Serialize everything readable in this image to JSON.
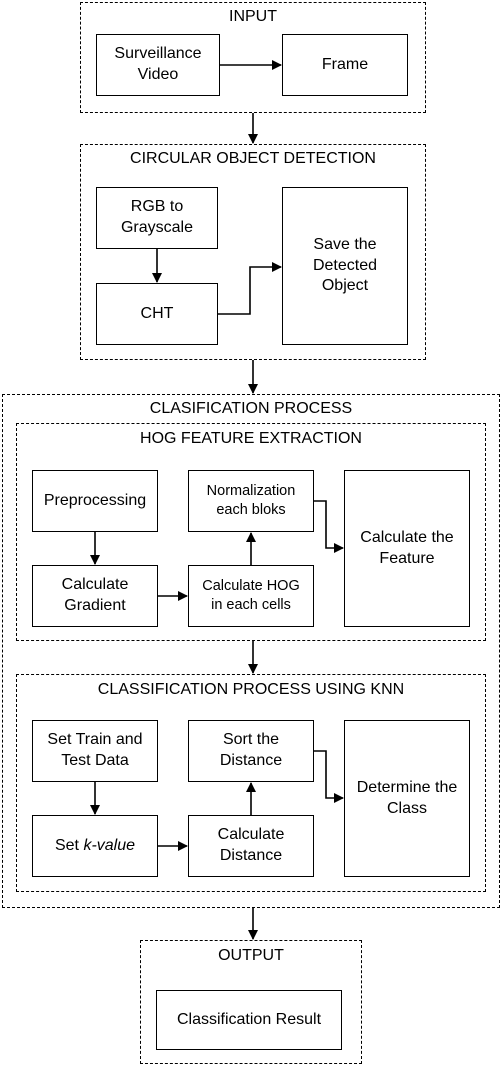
{
  "groups": {
    "input": "INPUT",
    "circular": "CIRCULAR OBJECT DETECTION",
    "classification": "CLASIFICATION PROCESS",
    "hog": "HOG FEATURE EXTRACTION",
    "knn": "CLASSIFICATION PROCESS USING KNN",
    "output": "OUTPUT"
  },
  "nodes": {
    "surveillance_video": "Surveillance\nVideo",
    "frame": "Frame",
    "rgb_to_grayscale": "RGB to\nGrayscale",
    "cht": "CHT",
    "save_detected_object": "Save the\nDetected\nObject",
    "preprocessing": "Preprocessing",
    "calculate_gradient": "Calculate\nGradient",
    "calculate_hog": "Calculate HOG\nin each cells",
    "normalization": "Normalization\neach bloks",
    "calculate_feature": "Calculate the\nFeature",
    "set_train_test": "Set Train and\nTest Data",
    "set_k_value_prefix": "Set ",
    "set_k_value_em": "k-value",
    "calculate_distance": "Calculate\nDistance",
    "sort_distance": "Sort the\nDistance",
    "determine_class": "Determine the\nClass",
    "classification_result": "Classification Result"
  }
}
